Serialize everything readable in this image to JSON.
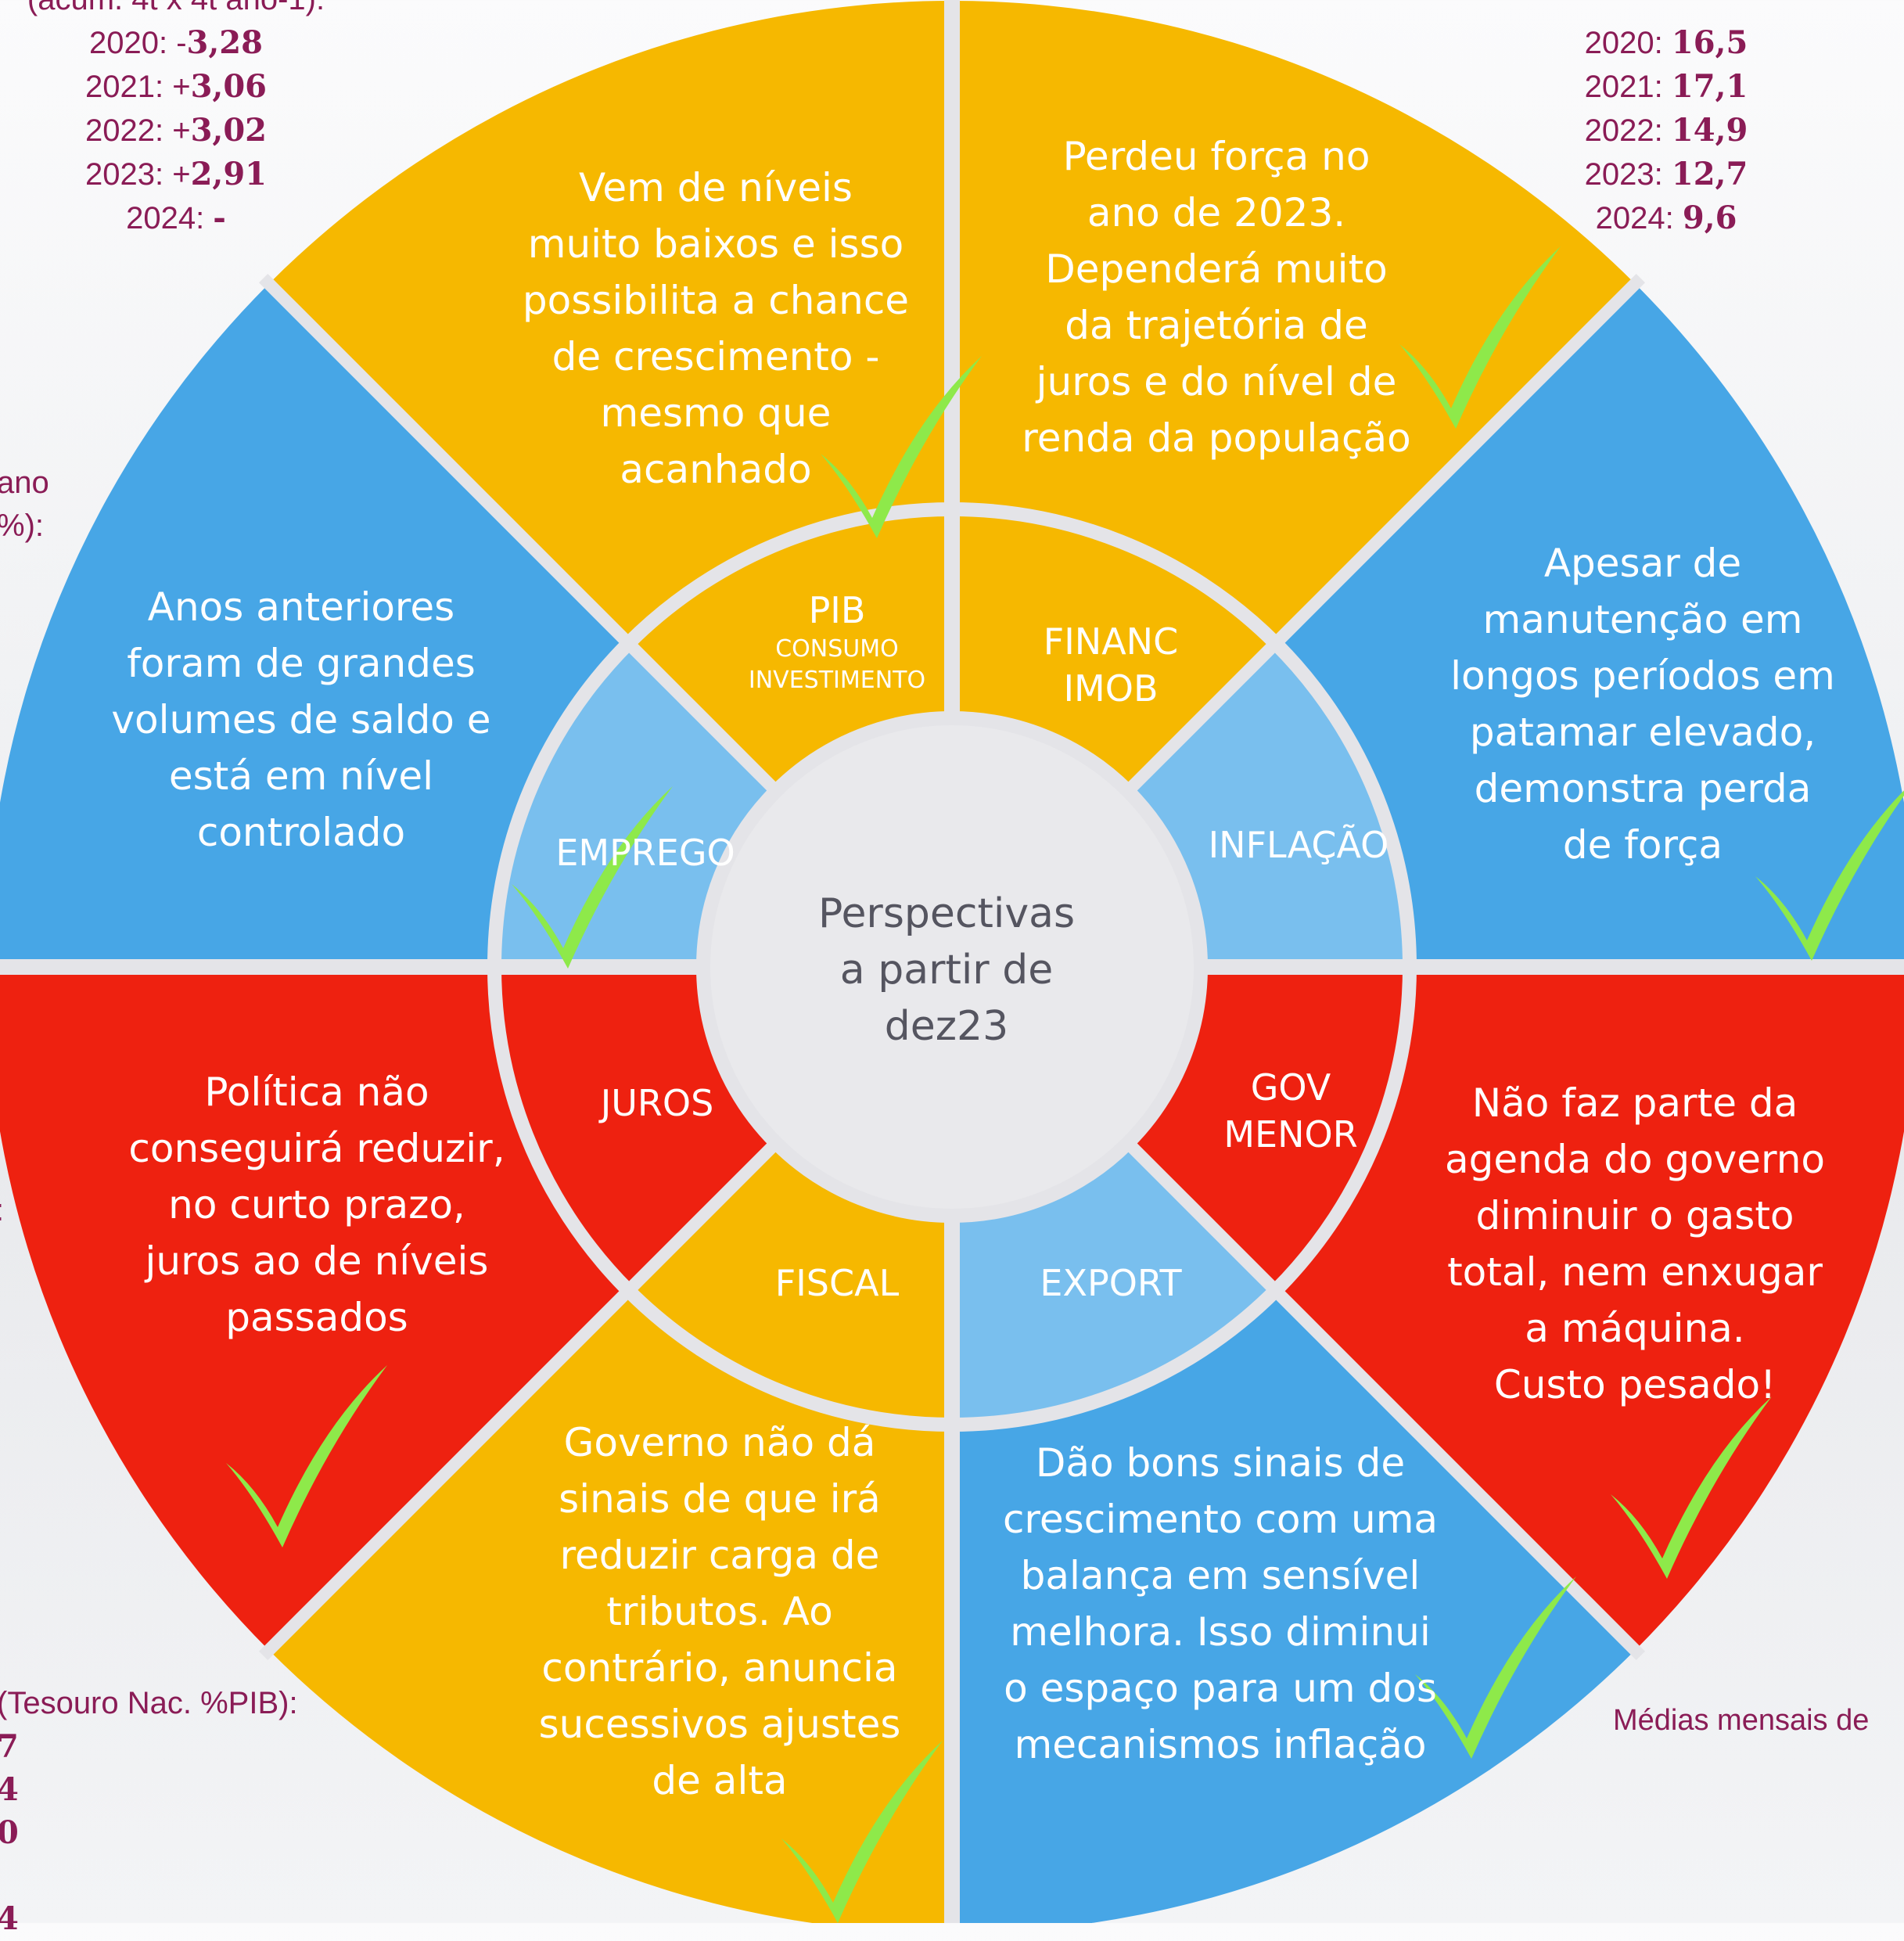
{
  "center_title": "Perspectivas\na partir de\ndez23",
  "segments": {
    "pib": {
      "label": "PIB",
      "sublabel": "CONSUMO\nINVESTIMENTO",
      "text": "Vem de níveis\nmuito baixos e isso\npossibilita a chance\nde crescimento -\nmesmo que\nacanhado"
    },
    "financ_imob": {
      "label": "FINANC\nIMOB",
      "text": "Perdeu força no\nano de 2023.\nDependerá muito\nda trajetória de\njuros e do nível de\nrenda da população"
    },
    "inflacao": {
      "label": "INFLAÇÃO",
      "text": "Apesar de\nmanutenção em\nlongos períodos em\npatamar elevado,\ndemonstra perda\nde força"
    },
    "gov_menor": {
      "label": "GOV\nMENOR",
      "text": "Não faz parte da\nagenda do governo\ndiminuir o gasto\ntotal, nem enxugar\na máquina.\nCusto pesado!"
    },
    "export": {
      "label": "EXPORT",
      "text": "Dão bons sinais de\ncrescimento com uma\nbalança em sensível\nmelhora. Isso diminui\no espaço para um dos\nmecanismos inflação"
    },
    "fiscal": {
      "label": "FISCAL",
      "text": "Governo não dá\nsinais de que irá\nreduzir carga de\ntributos. Ao\ncontrário, anuncia\nsucessivos ajustes\nde alta"
    },
    "juros": {
      "label": "JUROS",
      "text": "Política não\nconseguirá reduzir,\nno curto prazo,\njuros ao de níveis\npassados"
    },
    "emprego": {
      "label": "EMPREGO",
      "text": "Anos anteriores\nforam de grandes\nvolumes de saldo e\nestá em nível\ncontrolado"
    }
  },
  "side_notes": {
    "top_left": {
      "header": "(acum. 4t x 4t ano-1):",
      "rows": [
        {
          "label": "2020: ",
          "sign": "-",
          "value": "3,28"
        },
        {
          "label": "2021: ",
          "sign": "+",
          "value": "3,06"
        },
        {
          "label": "2022: ",
          "sign": "+",
          "value": "3,02"
        },
        {
          "label": "2023: ",
          "sign": "+",
          "value": "2,91"
        },
        {
          "label": "2024: ",
          "sign": "",
          "value": "-"
        }
      ]
    },
    "top_right": {
      "rows": [
        {
          "label": "2020: ",
          "value": "16,5"
        },
        {
          "label": "2021: ",
          "value": "17,1"
        },
        {
          "label": "2022: ",
          "value": "14,9"
        },
        {
          "label": "2023: ",
          "value": "12,7"
        },
        {
          "label": "2024: ",
          "value": "9,6"
        }
      ]
    },
    "left_mid": {
      "line1": "ano",
      "line2": "%):"
    },
    "left_colon": ":",
    "bottom_left": {
      "header": "(Tesouro Nac. %PIB):",
      "values": [
        "7",
        "4",
        "0",
        "",
        "4"
      ]
    },
    "bottom_right": "Médias mensais de"
  },
  "colors": {
    "yellow": "#f6b800",
    "blue": "#47a6e6",
    "light_blue": "#79bfee",
    "red": "#ee2110",
    "center": "#e9e9ec",
    "separator": "#e4e4e8",
    "check": "#8ee94a",
    "note_text": "#8a1c56"
  }
}
